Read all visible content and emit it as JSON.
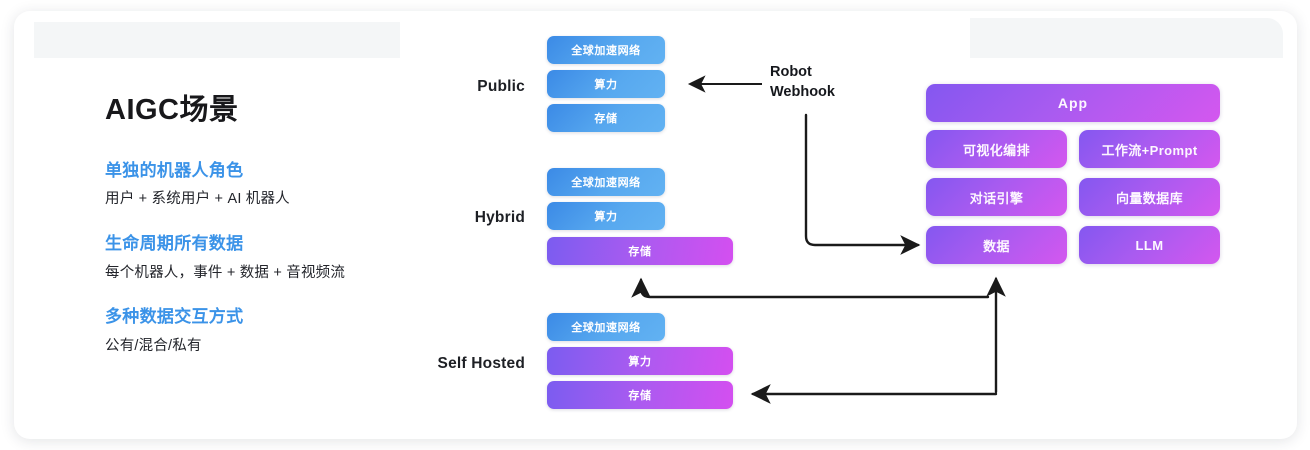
{
  "card": {
    "left_panel": {
      "headline": "AIGC场景",
      "blocks": [
        {
          "title": "单独的机器人角色",
          "sub": "用户 + 系统用户 + AI 机器人"
        },
        {
          "title": "生命周期所有数据",
          "sub": "每个机器人，事件 + 数据 + 音视频流"
        },
        {
          "title": "多种数据交互方式",
          "sub": "公有/混合/私有"
        }
      ]
    },
    "tiers": [
      {
        "label": "Public",
        "rows": [
          {
            "text": "全球加速网络",
            "style": "blue",
            "wide": false
          },
          {
            "text": "算力",
            "style": "blue",
            "wide": false
          },
          {
            "text": "存储",
            "style": "blue",
            "wide": false
          }
        ]
      },
      {
        "label": "Hybrid",
        "rows": [
          {
            "text": "全球加速网络",
            "style": "blue",
            "wide": false
          },
          {
            "text": "算力",
            "style": "blue",
            "wide": false
          },
          {
            "text": "存储",
            "style": "purple",
            "wide": true
          }
        ]
      },
      {
        "label": "Self Hosted",
        "rows": [
          {
            "text": "全球加速网络",
            "style": "blue",
            "wide": false
          },
          {
            "text": "算力",
            "style": "purple",
            "wide": true
          },
          {
            "text": "存储",
            "style": "purple",
            "wide": true
          }
        ]
      }
    ],
    "connector": {
      "line1": "Robot",
      "line2": "Webhook"
    },
    "right_panel": {
      "app": "App",
      "grid": [
        [
          "可视化编排",
          "工作流+Prompt"
        ],
        [
          "对话引擎",
          "向量数据库"
        ],
        [
          "数据",
          "LLM"
        ]
      ]
    }
  },
  "colors": {
    "accent_blue": "#3b93e8",
    "pill_blue_start": "#3b8ae6",
    "pill_blue_end": "#62b2f2",
    "pill_purple_start": "#7b5cf0",
    "pill_purple_end": "#d44ff0",
    "text_dark": "#18181b",
    "arrow": "#1a1a1a",
    "card_bg": "#ffffff",
    "band_bg": "#f4f6f7"
  }
}
